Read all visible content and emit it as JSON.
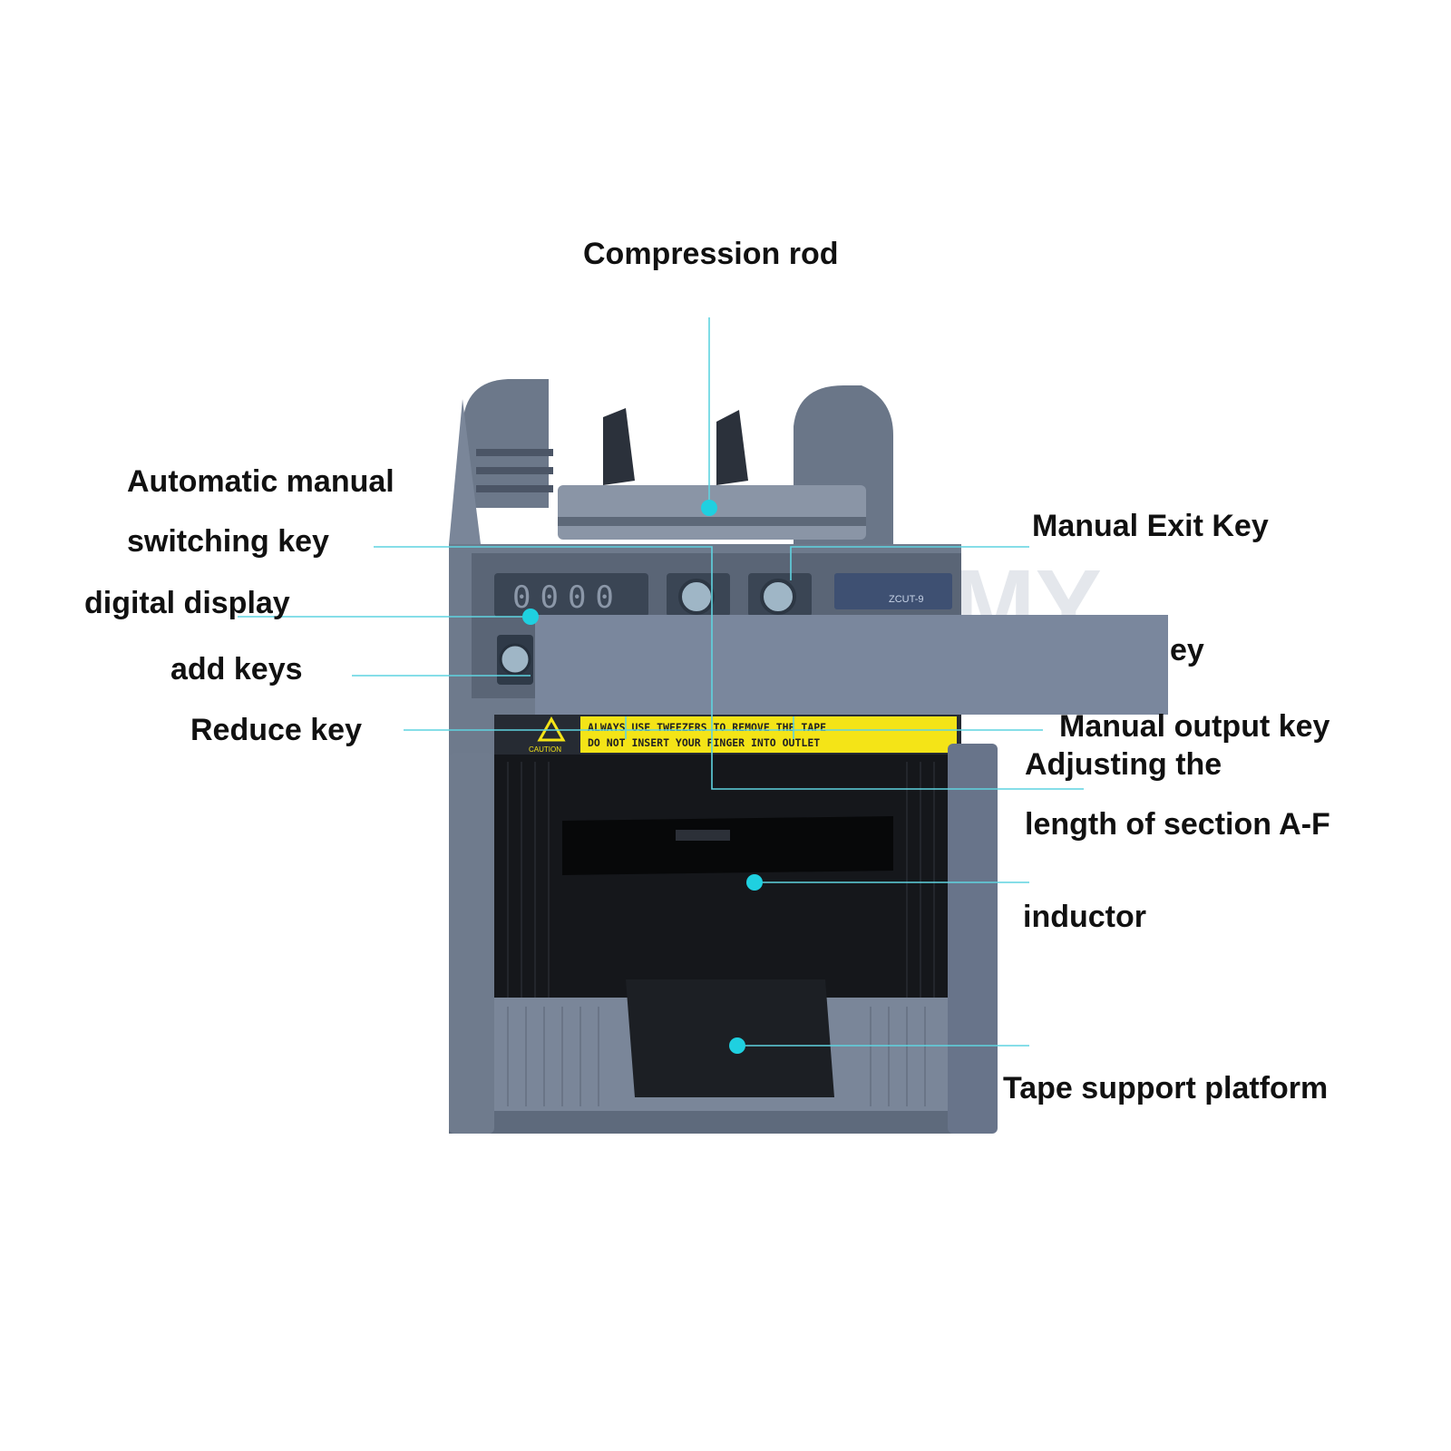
{
  "labels": {
    "compression_rod": "Compression rod",
    "automatic_manual": "Automatic manual",
    "switching_key": "switching key",
    "digital_display": "digital display",
    "add_keys": "add keys",
    "reduce_key": "Reduce key",
    "manual_exit_key": "Manual Exit Key",
    "partial_key": "ey",
    "manual_output_key": "Manual output key",
    "adjusting_the": "Adjusting the",
    "length_of_section": "length of section A-F",
    "inductor": "inductor",
    "tape_support_platform": "Tape support platform"
  },
  "device": {
    "warning_line_1": "ALWAYS USE TWEEZERS TO REMOVE THE TAPE",
    "warning_line_2": "DO NOT INSERT YOUR FINGER INTO OUTLET",
    "caution_label": "CAUTION",
    "model_label": "ZCUT-9",
    "display_digits": "0000",
    "watermark": "MY"
  },
  "colors": {
    "leader_line": "#5fd3e0",
    "dot": "#1fd0e0",
    "device_body": "#6e7a8c",
    "redaction_box": "#7a879d",
    "warning_yellow": "#f4e417"
  }
}
